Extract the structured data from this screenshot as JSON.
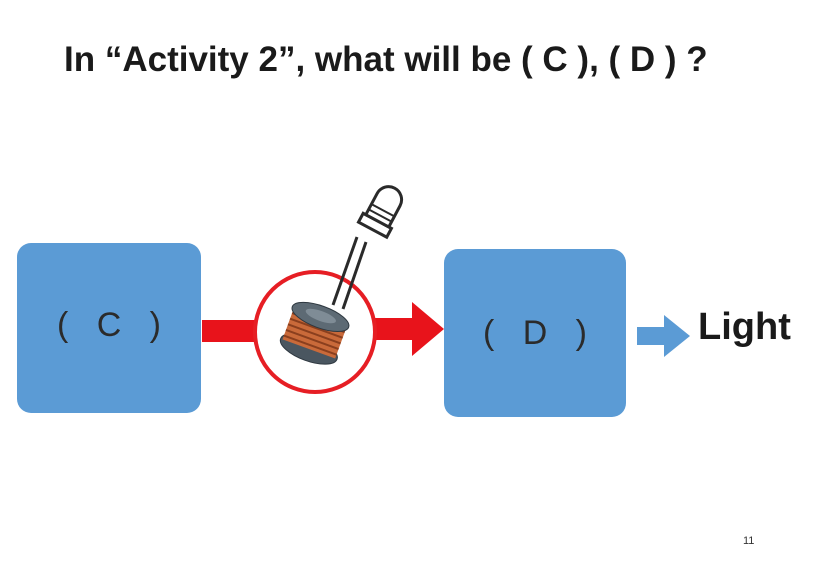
{
  "slide": {
    "title": "In “Activity 2”, what will be ( C ), ( D ) ?",
    "box_c_label": "(   C   )",
    "box_d_label": "(   D   )",
    "output_label": "Light",
    "page_number": "11"
  },
  "colors": {
    "box_fill": "#5b9bd5",
    "arrow_red": "#e8131b",
    "arrow_blue": "#5b9bd5",
    "highlight_circle": "#e61e24",
    "coil_copper": "#c96a3a"
  },
  "icons": {
    "component": "led-with-inductor-coil-icon",
    "output_arrow": "right-arrow-icon"
  }
}
